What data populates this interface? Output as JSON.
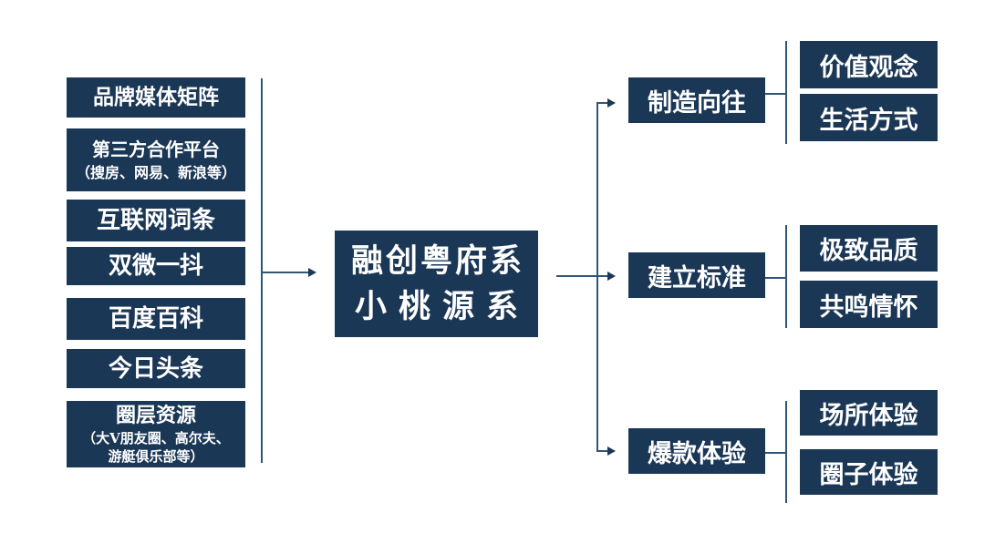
{
  "colors": {
    "box_fill": "#1b3756",
    "box_text": "#ffffff",
    "line": "#2f5579",
    "background": "#ffffff"
  },
  "left_column": {
    "items": [
      {
        "title": "品牌媒体矩阵"
      },
      {
        "title": "第三方合作平台",
        "subtitle": "（搜房、网易、新浪等）"
      },
      {
        "title": "互联网词条"
      },
      {
        "title": "双微一抖"
      },
      {
        "title": "百度百科"
      },
      {
        "title": "今日头条"
      },
      {
        "title": "圈层资源",
        "subtitle": "（大V朋友圈、高尔夫、",
        "subtitle2": "游艇俱乐部等）"
      }
    ]
  },
  "center": {
    "line1": "融创粤府系",
    "line2": "小桃源系"
  },
  "branches": [
    {
      "label": "制造向往",
      "children": [
        "价值观念",
        "生活方式"
      ]
    },
    {
      "label": "建立标准",
      "children": [
        "极致品质",
        "共鸣情怀"
      ]
    },
    {
      "label": "爆款体验",
      "children": [
        "场所体验",
        "圈子体验"
      ]
    }
  ]
}
